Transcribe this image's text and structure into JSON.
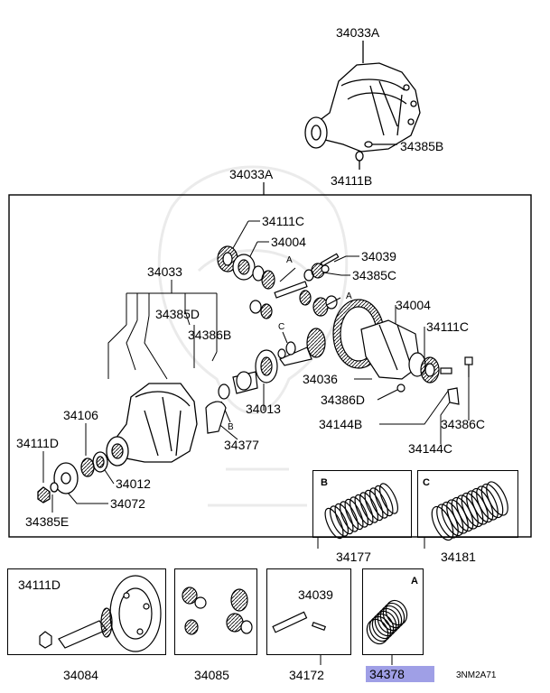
{
  "diagram": {
    "code": "3NM2A71",
    "labels": {
      "housing_top": "34033A",
      "nut_top": "34385B",
      "bolt_top": "34111B",
      "main_group": "34033A",
      "l_34111C_top": "34111C",
      "l_34004_top": "34004",
      "l_34039": "34039",
      "l_34385C": "34385C",
      "l_34033": "34033",
      "l_34004_right": "34004",
      "l_34111C_right": "34111C",
      "l_34385D": "34385D",
      "l_34386B": "34386B",
      "l_34036": "34036",
      "l_34386D": "34386D",
      "l_34013": "34013",
      "l_34106": "34106",
      "l_34144B": "34144B",
      "l_34386C": "34386C",
      "l_34111D": "34111D",
      "l_34377": "34377",
      "l_34144C": "34144C",
      "l_34012": "34012",
      "l_34072": "34072",
      "l_34385E": "34385E",
      "callout_A1": "A",
      "callout_A2": "A",
      "callout_B": "B",
      "callout_C": "C"
    },
    "kits": {
      "k_34177": {
        "label": "34177",
        "letter": "B"
      },
      "k_34181": {
        "label": "34181",
        "letter": "C"
      },
      "k_34084": {
        "label": "34084",
        "sub": "34111D"
      },
      "k_34085": {
        "label": "34085"
      },
      "k_34172": {
        "label": "34172",
        "sub": "34039"
      },
      "k_34378": {
        "label": "34378",
        "letter": "A",
        "highlight": "#9f9fe6"
      }
    }
  }
}
